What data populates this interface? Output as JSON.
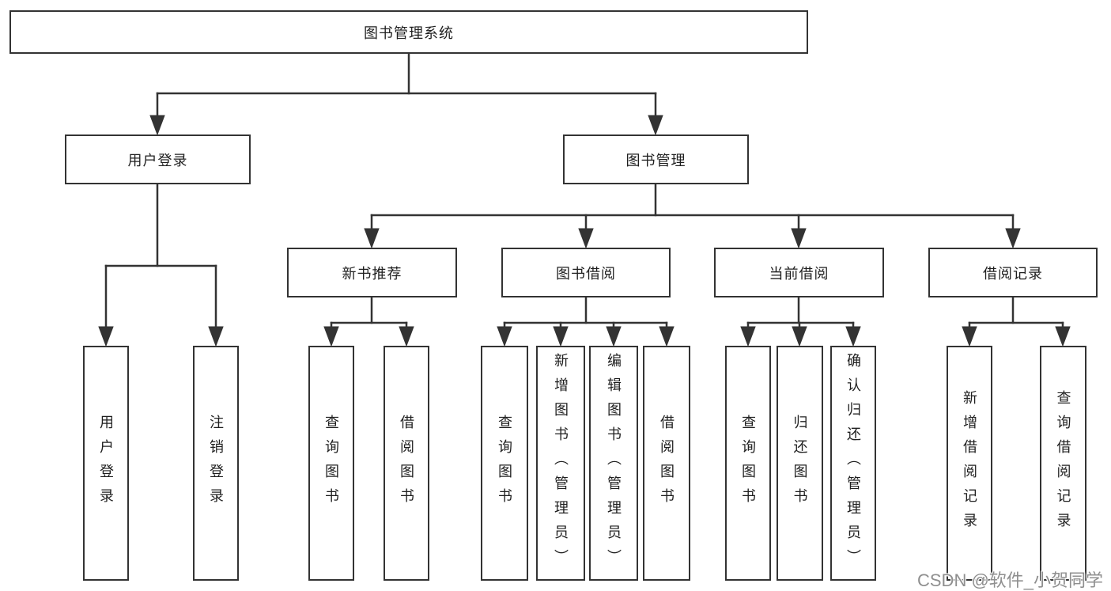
{
  "diagram": {
    "root": {
      "label": "图书管理系统",
      "children": [
        {
          "label": "用户登录",
          "children": [
            {
              "label": "用户登录"
            },
            {
              "label": "注销登录"
            }
          ]
        },
        {
          "label": "图书管理",
          "children": [
            {
              "label": "新书推荐",
              "children": [
                {
                  "label": "查询图书"
                },
                {
                  "label": "借阅图书"
                }
              ]
            },
            {
              "label": "图书借阅",
              "children": [
                {
                  "label": "查询图书"
                },
                {
                  "label": "新增图书（管理员）"
                },
                {
                  "label": "编辑图书（管理员）"
                },
                {
                  "label": "借阅图书"
                }
              ]
            },
            {
              "label": "当前借阅",
              "children": [
                {
                  "label": "查询图书"
                },
                {
                  "label": "归还图书"
                },
                {
                  "label": "确认归还（管理员）"
                }
              ]
            },
            {
              "label": "借阅记录",
              "children": [
                {
                  "label": "新增借阅记录"
                },
                {
                  "label": "查询借阅记录"
                }
              ]
            }
          ]
        }
      ]
    }
  },
  "colors": {
    "line": "#333333",
    "box_border": "#333333",
    "text": "#1f1f1f",
    "watermark": "#8f8f8f"
  },
  "watermark": {
    "text": "CSDN @软件_小贺同学"
  }
}
